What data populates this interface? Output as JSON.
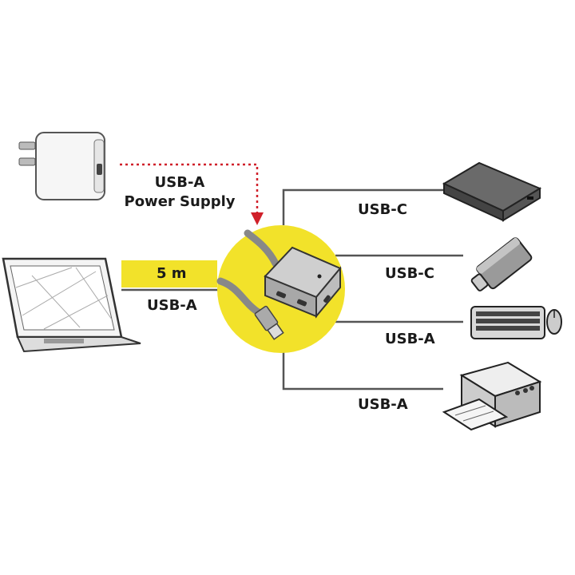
{
  "labels": {
    "power_line1": "USB-A",
    "power_line2": "Power Supply",
    "cable_length": "5 m",
    "laptop_port": "USB-A",
    "port_1": "USB-C",
    "port_2": "USB-C",
    "port_3": "USB-A",
    "port_4": "USB-A"
  },
  "colors": {
    "accent_yellow": "#f2e22a",
    "arrow_red": "#d0202a",
    "line": "#555555"
  }
}
